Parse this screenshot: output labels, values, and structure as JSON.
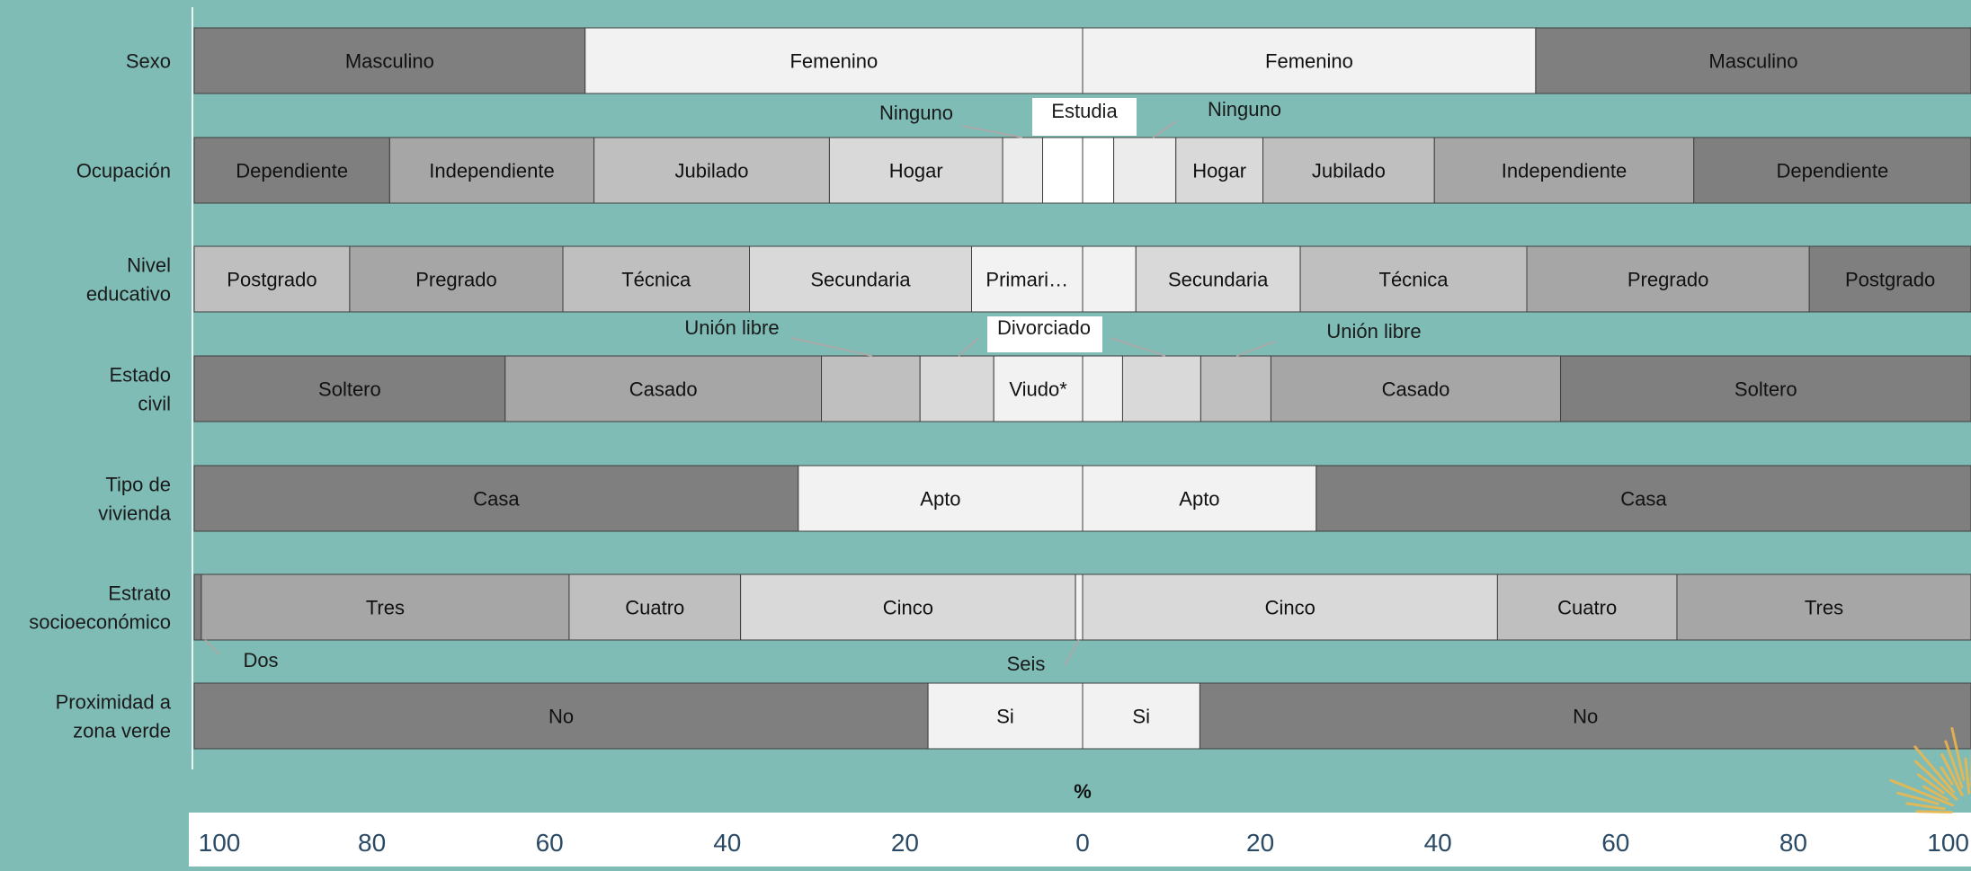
{
  "chart_data": {
    "type": "bar",
    "subtype": "diverging stacked horizontal bar",
    "xlabel": "%",
    "xlim": [
      -100,
      100
    ],
    "xticks": [
      -100,
      -80,
      -60,
      -40,
      -20,
      0,
      20,
      40,
      60,
      80,
      100
    ],
    "xtick_labels": [
      "100",
      "80",
      "60",
      "40",
      "20",
      "0",
      "20",
      "40",
      "60",
      "80",
      "100"
    ],
    "axis_color": "#e9f4f2",
    "tick_label_color": "#2a4a66",
    "background_color": "#7fbcb6",
    "rows": [
      {
        "label": "Sexo",
        "segments": [
          {
            "label": "Masculino",
            "from": -100,
            "to": -56,
            "color": "#7f7f7f"
          },
          {
            "label": "Femenino",
            "from": -56,
            "to": 0,
            "color": "#f2f2f2"
          },
          {
            "label": "Femenino",
            "from": 0,
            "to": 51,
            "color": "#f2f2f2"
          },
          {
            "label": "Masculino",
            "from": 51,
            "to": 100,
            "color": "#7f7f7f"
          }
        ]
      },
      {
        "label": "Ocupación",
        "segments": [
          {
            "label": "Dependiente",
            "from": -100,
            "to": -78,
            "color": "#7f7f7f"
          },
          {
            "label": "Independiente",
            "from": -78,
            "to": -55,
            "color": "#a6a6a6"
          },
          {
            "label": "Jubilado",
            "from": -55,
            "to": -28.5,
            "color": "#bfbfbf"
          },
          {
            "label": "Hogar",
            "from": -28.5,
            "to": -9,
            "color": "#d9d9d9"
          },
          {
            "label": "",
            "from": -9,
            "to": -4.5,
            "color": "#ececec"
          },
          {
            "label": "",
            "from": -4.5,
            "to": 0,
            "color": "#ffffff"
          },
          {
            "label": "",
            "from": 0,
            "to": 3.5,
            "color": "#ffffff"
          },
          {
            "label": "",
            "from": 3.5,
            "to": 10.5,
            "color": "#ececec"
          },
          {
            "label": "Hogar",
            "from": 10.5,
            "to": 20.3,
            "color": "#d9d9d9"
          },
          {
            "label": "Jubilado",
            "from": 20.3,
            "to": 39.6,
            "color": "#bfbfbf"
          },
          {
            "label": "Independiente",
            "from": 39.6,
            "to": 68.8,
            "color": "#a6a6a6"
          },
          {
            "label": "Dependiente",
            "from": 68.8,
            "to": 100,
            "color": "#7f7f7f"
          }
        ]
      },
      {
        "label": "Nivel educativo",
        "segments": [
          {
            "label": "Postgrado",
            "from": -100,
            "to": -82.5,
            "color": "#bfbfbf"
          },
          {
            "label": "Pregrado",
            "from": -82.5,
            "to": -58.5,
            "color": "#a6a6a6"
          },
          {
            "label": "Técnica",
            "from": -58.5,
            "to": -37.5,
            "color": "#bfbfbf"
          },
          {
            "label": "Secundaria",
            "from": -37.5,
            "to": -12.5,
            "color": "#d9d9d9"
          },
          {
            "label": "Primari…",
            "from": -12.5,
            "to": 0,
            "color": "#f2f2f2"
          },
          {
            "label": "",
            "from": 0,
            "to": 6,
            "color": "#f2f2f2"
          },
          {
            "label": "Secundaria",
            "from": 6,
            "to": 24.5,
            "color": "#d9d9d9"
          },
          {
            "label": "Técnica",
            "from": 24.5,
            "to": 50,
            "color": "#bfbfbf"
          },
          {
            "label": "Pregrado",
            "from": 50,
            "to": 81.8,
            "color": "#a6a6a6"
          },
          {
            "label": "Postgrado",
            "from": 81.8,
            "to": 100,
            "color": "#7f7f7f"
          }
        ]
      },
      {
        "label": "Estado civil",
        "segments": [
          {
            "label": "Soltero",
            "from": -100,
            "to": -65,
            "color": "#7f7f7f"
          },
          {
            "label": "Casado",
            "from": -65,
            "to": -29.4,
            "color": "#a6a6a6"
          },
          {
            "label": "",
            "from": -29.4,
            "to": -18.3,
            "color": "#bfbfbf"
          },
          {
            "label": "",
            "from": -18.3,
            "to": -10,
            "color": "#d9d9d9"
          },
          {
            "label": "Viudo*",
            "from": -10,
            "to": 0,
            "color": "#f2f2f2"
          },
          {
            "label": "",
            "from": 0,
            "to": 4.5,
            "color": "#f2f2f2"
          },
          {
            "label": "",
            "from": 4.5,
            "to": 13.3,
            "color": "#d9d9d9"
          },
          {
            "label": "",
            "from": 13.3,
            "to": 21.2,
            "color": "#bfbfbf"
          },
          {
            "label": "Casado",
            "from": 21.2,
            "to": 53.8,
            "color": "#a6a6a6"
          },
          {
            "label": "Soltero",
            "from": 53.8,
            "to": 100,
            "color": "#7f7f7f"
          }
        ]
      },
      {
        "label": "Tipo de vivienda",
        "segments": [
          {
            "label": "Casa",
            "from": -100,
            "to": -32,
            "color": "#7f7f7f"
          },
          {
            "label": "Apto",
            "from": -32,
            "to": 0,
            "color": "#f2f2f2"
          },
          {
            "label": "Apto",
            "from": 0,
            "to": 26.3,
            "color": "#f2f2f2"
          },
          {
            "label": "Casa",
            "from": 26.3,
            "to": 100,
            "color": "#7f7f7f"
          }
        ]
      },
      {
        "label": "Estrato socioeconómico",
        "segments": [
          {
            "label": "",
            "from": -100,
            "to": -99.2,
            "color": "#7f7f7f"
          },
          {
            "label": "Tres",
            "from": -99.2,
            "to": -57.8,
            "color": "#a6a6a6"
          },
          {
            "label": "Cuatro",
            "from": -57.8,
            "to": -38.5,
            "color": "#bfbfbf"
          },
          {
            "label": "Cinco",
            "from": -38.5,
            "to": -0.8,
            "color": "#d9d9d9"
          },
          {
            "label": "",
            "from": -0.8,
            "to": 0,
            "color": "#f2f2f2"
          },
          {
            "label": "Cinco",
            "from": 0,
            "to": 46.7,
            "color": "#d9d9d9"
          },
          {
            "label": "Cuatro",
            "from": 46.7,
            "to": 66.9,
            "color": "#bfbfbf"
          },
          {
            "label": "Tres",
            "from": 66.9,
            "to": 100,
            "color": "#a6a6a6"
          }
        ]
      },
      {
        "label": "Proximidad a zona verde",
        "segments": [
          {
            "label": "No",
            "from": -100,
            "to": -17.4,
            "color": "#7f7f7f"
          },
          {
            "label": "Si",
            "from": -17.4,
            "to": 0,
            "color": "#f2f2f2"
          },
          {
            "label": "Si",
            "from": 0,
            "to": 13.2,
            "color": "#f2f2f2"
          },
          {
            "label": "No",
            "from": 13.2,
            "to": 100,
            "color": "#7f7f7f"
          }
        ]
      }
    ],
    "callouts": [
      {
        "text": "Ninguno",
        "row": 1,
        "boxed": false,
        "target": -6.75
      },
      {
        "text": "Estudia",
        "row": 1,
        "boxed": true,
        "target": 0
      },
      {
        "text": "Ninguno",
        "row": 1,
        "boxed": false,
        "target": 7
      },
      {
        "text": "Unión libre",
        "row": 3,
        "boxed": false,
        "target": -23.8
      },
      {
        "text": "Divorciado",
        "row": 3,
        "boxed": true,
        "target": -14.1
      },
      {
        "text": "Divorciado",
        "row": 3,
        "boxed": false,
        "target": 8.9
      },
      {
        "text": "Unión libre",
        "row": 3,
        "boxed": false,
        "target": 17.2
      },
      {
        "text": "Dos",
        "row": 5,
        "boxed": false,
        "target": -99.6
      },
      {
        "text": "Seis",
        "row": 5,
        "boxed": false,
        "target": -0.4
      }
    ]
  }
}
